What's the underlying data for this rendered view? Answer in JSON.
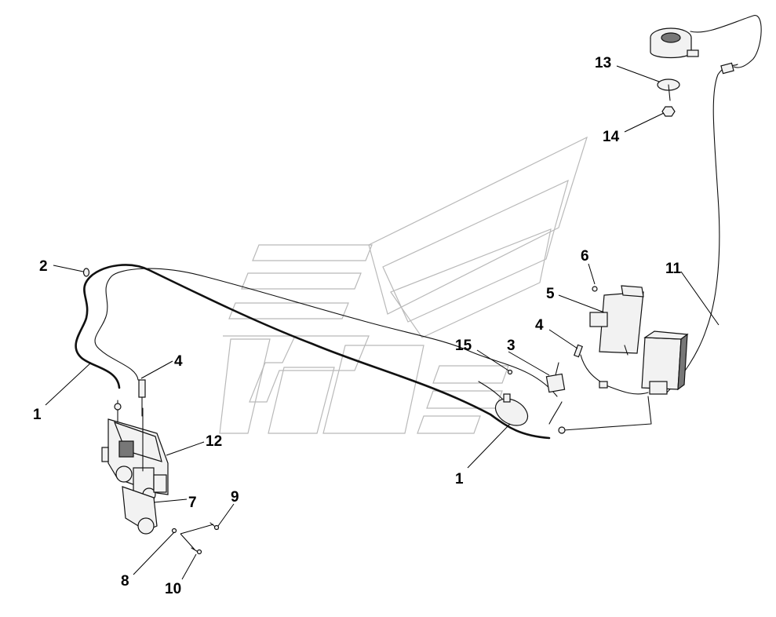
{
  "diagram": {
    "callouts": [
      {
        "id": "c1a",
        "label": "1"
      },
      {
        "id": "c1b",
        "label": "1"
      },
      {
        "id": "c2",
        "label": "2"
      },
      {
        "id": "c3",
        "label": "3"
      },
      {
        "id": "c4a",
        "label": "4"
      },
      {
        "id": "c4b",
        "label": "4"
      },
      {
        "id": "c5",
        "label": "5"
      },
      {
        "id": "c6",
        "label": "6"
      },
      {
        "id": "c7",
        "label": "7"
      },
      {
        "id": "c8",
        "label": "8"
      },
      {
        "id": "c9",
        "label": "9"
      },
      {
        "id": "c10",
        "label": "10"
      },
      {
        "id": "c11",
        "label": "11"
      },
      {
        "id": "c12",
        "label": "12"
      },
      {
        "id": "c13",
        "label": "13"
      },
      {
        "id": "c14",
        "label": "14"
      },
      {
        "id": "c15",
        "label": "15"
      }
    ]
  }
}
